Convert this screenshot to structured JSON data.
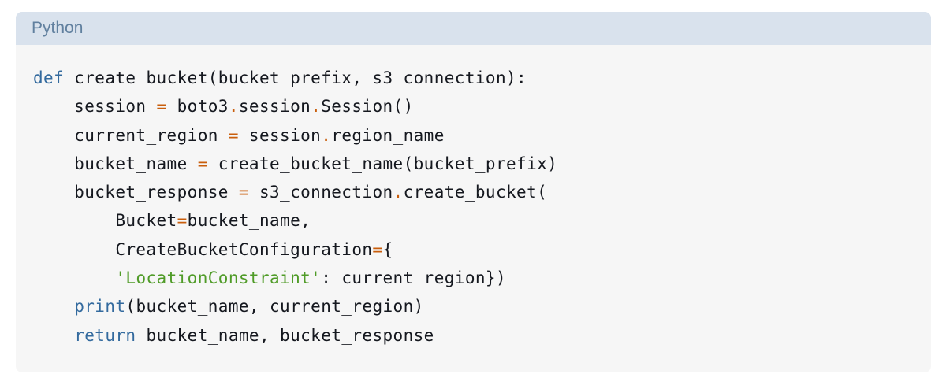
{
  "header": {
    "label": "Python"
  },
  "colors": {
    "page_background": "#ffffff",
    "header_background": "#d9e2ed",
    "header_text": "#61809f",
    "body_background": "#f6f6f6",
    "plain_text": "#15181f",
    "keyword": "#336a9e",
    "operator": "#c95e0c",
    "string": "#4f9b27"
  },
  "code": {
    "language": "Python",
    "plain_text_source": "def create_bucket(bucket_prefix, s3_connection):\n    session = boto3.session.Session()\n    current_region = session.region_name\n    bucket_name = create_bucket_name(bucket_prefix)\n    bucket_response = s3_connection.create_bucket(\n        Bucket=bucket_name,\n        CreateBucketConfiguration={\n        'LocationConstraint': current_region})\n    print(bucket_name, current_region)\n    return bucket_name, bucket_response",
    "lines": [
      [
        {
          "t": "def",
          "c": "kw"
        },
        {
          "t": " create_bucket(bucket_prefix, s3_connection):",
          "c": "pl"
        }
      ],
      [
        {
          "t": "    session ",
          "c": "pl"
        },
        {
          "t": "=",
          "c": "op"
        },
        {
          "t": " boto3",
          "c": "pl"
        },
        {
          "t": ".",
          "c": "op"
        },
        {
          "t": "session",
          "c": "pl"
        },
        {
          "t": ".",
          "c": "op"
        },
        {
          "t": "Session()",
          "c": "pl"
        }
      ],
      [
        {
          "t": "    current_region ",
          "c": "pl"
        },
        {
          "t": "=",
          "c": "op"
        },
        {
          "t": " session",
          "c": "pl"
        },
        {
          "t": ".",
          "c": "op"
        },
        {
          "t": "region_name",
          "c": "pl"
        }
      ],
      [
        {
          "t": "    bucket_name ",
          "c": "pl"
        },
        {
          "t": "=",
          "c": "op"
        },
        {
          "t": " create_bucket_name(bucket_prefix)",
          "c": "pl"
        }
      ],
      [
        {
          "t": "    bucket_response ",
          "c": "pl"
        },
        {
          "t": "=",
          "c": "op"
        },
        {
          "t": " s3_connection",
          "c": "pl"
        },
        {
          "t": ".",
          "c": "op"
        },
        {
          "t": "create_bucket(",
          "c": "pl"
        }
      ],
      [
        {
          "t": "        Bucket",
          "c": "pl"
        },
        {
          "t": "=",
          "c": "op"
        },
        {
          "t": "bucket_name,",
          "c": "pl"
        }
      ],
      [
        {
          "t": "        CreateBucketConfiguration",
          "c": "pl"
        },
        {
          "t": "=",
          "c": "op"
        },
        {
          "t": "{",
          "c": "pl"
        }
      ],
      [
        {
          "t": "        ",
          "c": "pl"
        },
        {
          "t": "'LocationConstraint'",
          "c": "str"
        },
        {
          "t": ": current_region})",
          "c": "pl"
        }
      ],
      [
        {
          "t": "    ",
          "c": "pl"
        },
        {
          "t": "print",
          "c": "kw"
        },
        {
          "t": "(bucket_name, current_region)",
          "c": "pl"
        }
      ],
      [
        {
          "t": "    ",
          "c": "pl"
        },
        {
          "t": "return",
          "c": "kw"
        },
        {
          "t": " bucket_name, bucket_response",
          "c": "pl"
        }
      ]
    ]
  }
}
